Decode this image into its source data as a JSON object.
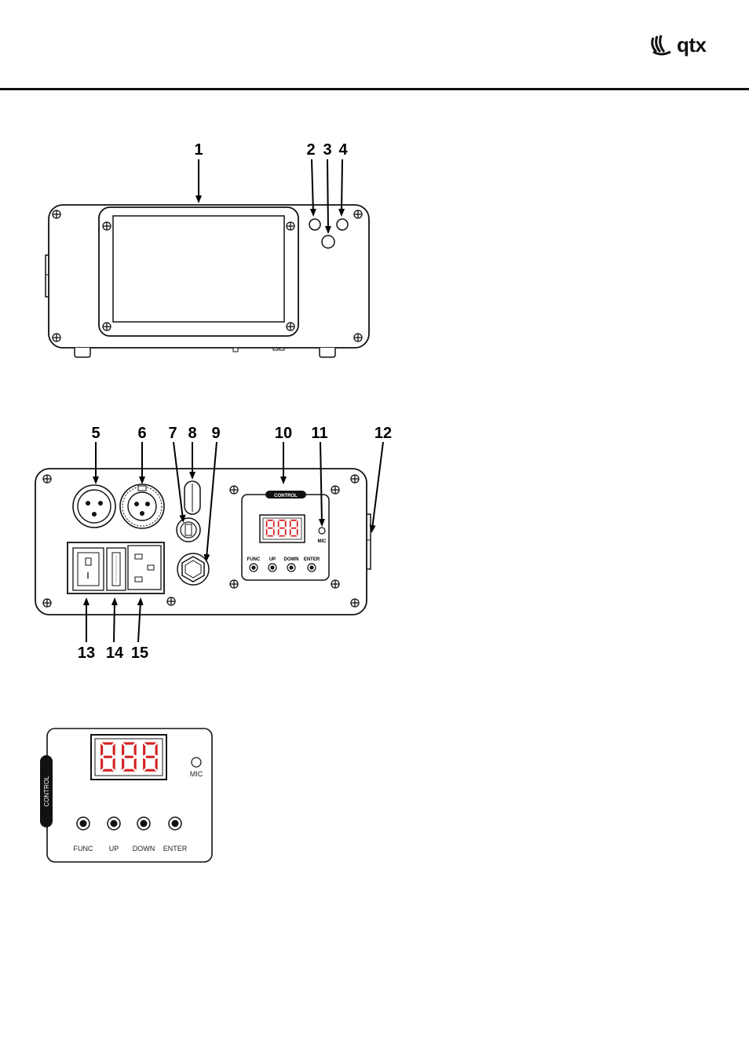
{
  "brand": {
    "logo_text": "qtx",
    "logo_icon": "qtx-wave-icon"
  },
  "front_view": {
    "callouts": [
      "1",
      "2",
      "3",
      "4"
    ]
  },
  "rear_view": {
    "callouts_top": [
      "5",
      "6",
      "7",
      "8",
      "9",
      "10",
      "11",
      "12"
    ],
    "callouts_bottom": [
      "13",
      "14",
      "15"
    ],
    "control_banner": "CONTROL",
    "display_value": "888",
    "mic_label": "MIC",
    "button_labels": [
      "FUNC",
      "UP",
      "DOWN",
      "ENTER"
    ]
  },
  "control_panel_detail": {
    "side_label": "CONTROL",
    "display_value": "888",
    "mic_label": "MIC",
    "button_labels": [
      "FUNC",
      "UP",
      "DOWN",
      "ENTER"
    ]
  },
  "colors": {
    "display_red": "#d42020",
    "line": "#111111"
  }
}
